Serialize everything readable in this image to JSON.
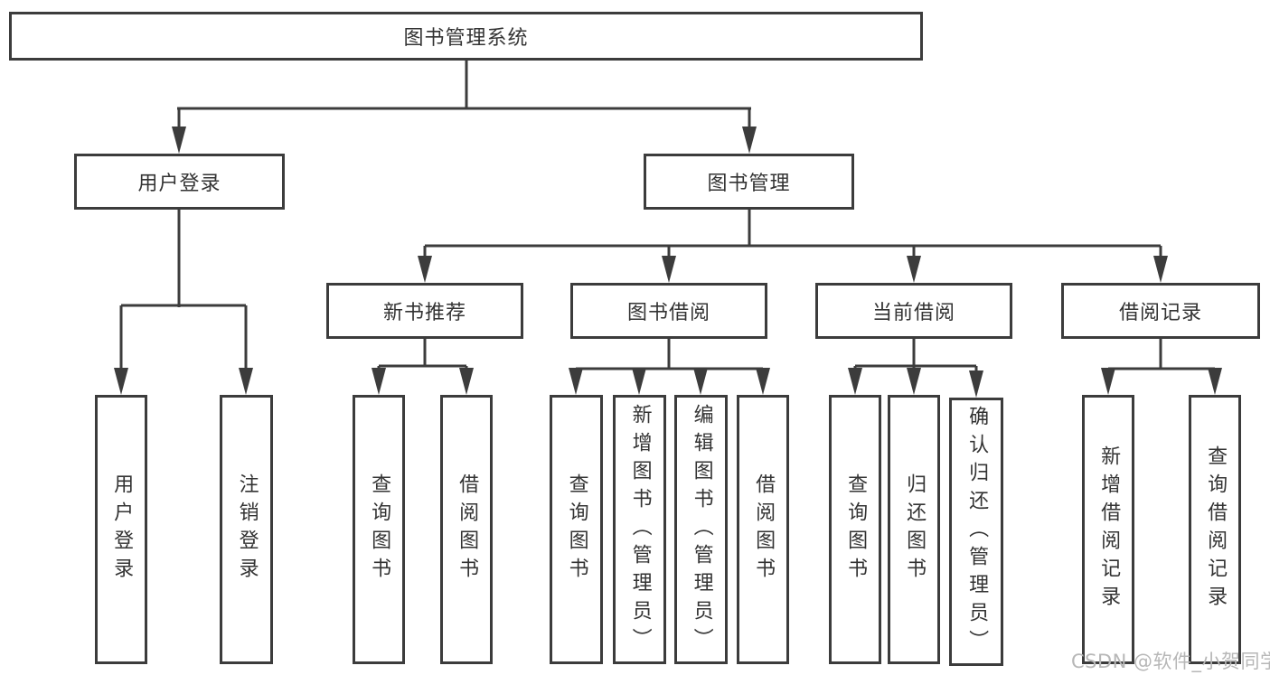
{
  "diagram": {
    "root": "图书管理系统",
    "level2": {
      "user_login": "用户登录",
      "book_management": "图书管理"
    },
    "level3": {
      "new_book_recommend": "新书推荐",
      "book_borrow": "图书借阅",
      "current_borrow": "当前借阅",
      "borrow_records": "借阅记录"
    },
    "leaves": {
      "user_login": "用户登录",
      "logout": "注销登录",
      "recommend_query_books": "查询图书",
      "recommend_borrow_books": "借阅图书",
      "borrow_query_books": "查询图书",
      "borrow_add_books": "新增图书（管理员）",
      "borrow_edit_books": "编辑图书（管理员）",
      "borrow_borrow_books": "借阅图书",
      "current_query_books": "查询图书",
      "current_return_books": "归还图书",
      "current_confirm_return": "确认归还（管理员）",
      "records_add_record": "新增借阅记录",
      "records_query_record": "查询借阅记录"
    },
    "watermark": "CSDN @软件_小贺同学",
    "colors": {
      "line": "#3c3c3c",
      "text": "#333333",
      "watermark": "#b7b7b7",
      "background": "#ffffff"
    }
  }
}
